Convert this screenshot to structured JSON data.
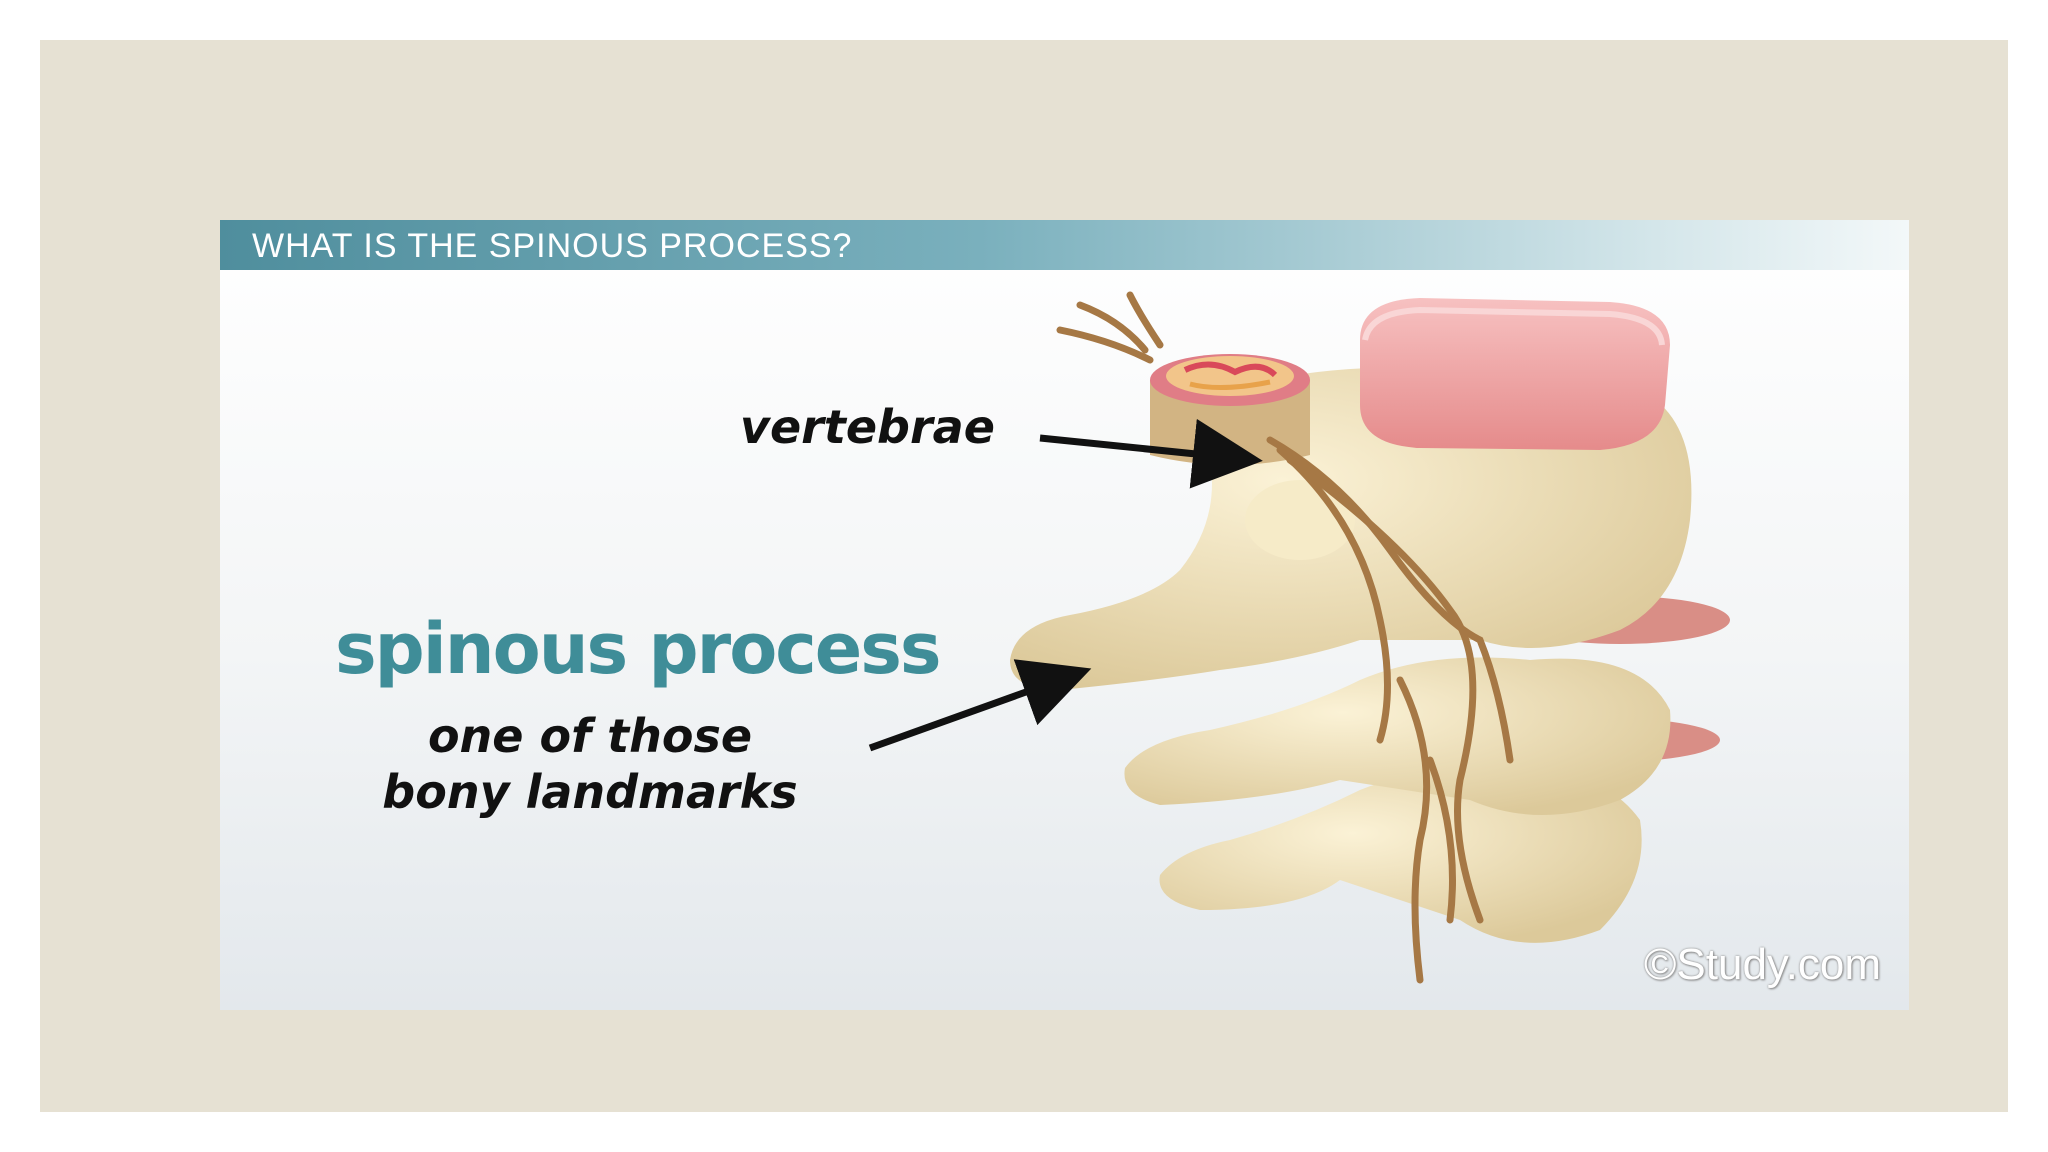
{
  "slide": {
    "title": "WHAT IS THE SPINOUS PROCESS?",
    "labels": {
      "vertebrae": "vertebrae",
      "spinous_process": "spinous process",
      "description_line1": "one of those",
      "description_line2": "bony landmarks"
    },
    "watermark": "©Study.com"
  },
  "colors": {
    "frame": "#e6e1d3",
    "title_bar": "#4f8e9d",
    "spinous_label": "#3f8d98",
    "bone": "#efe1b8",
    "disc": "#ef9a9a",
    "nerve": "#a67845"
  },
  "icons": [
    "arrow-icon",
    "copyright-icon"
  ]
}
